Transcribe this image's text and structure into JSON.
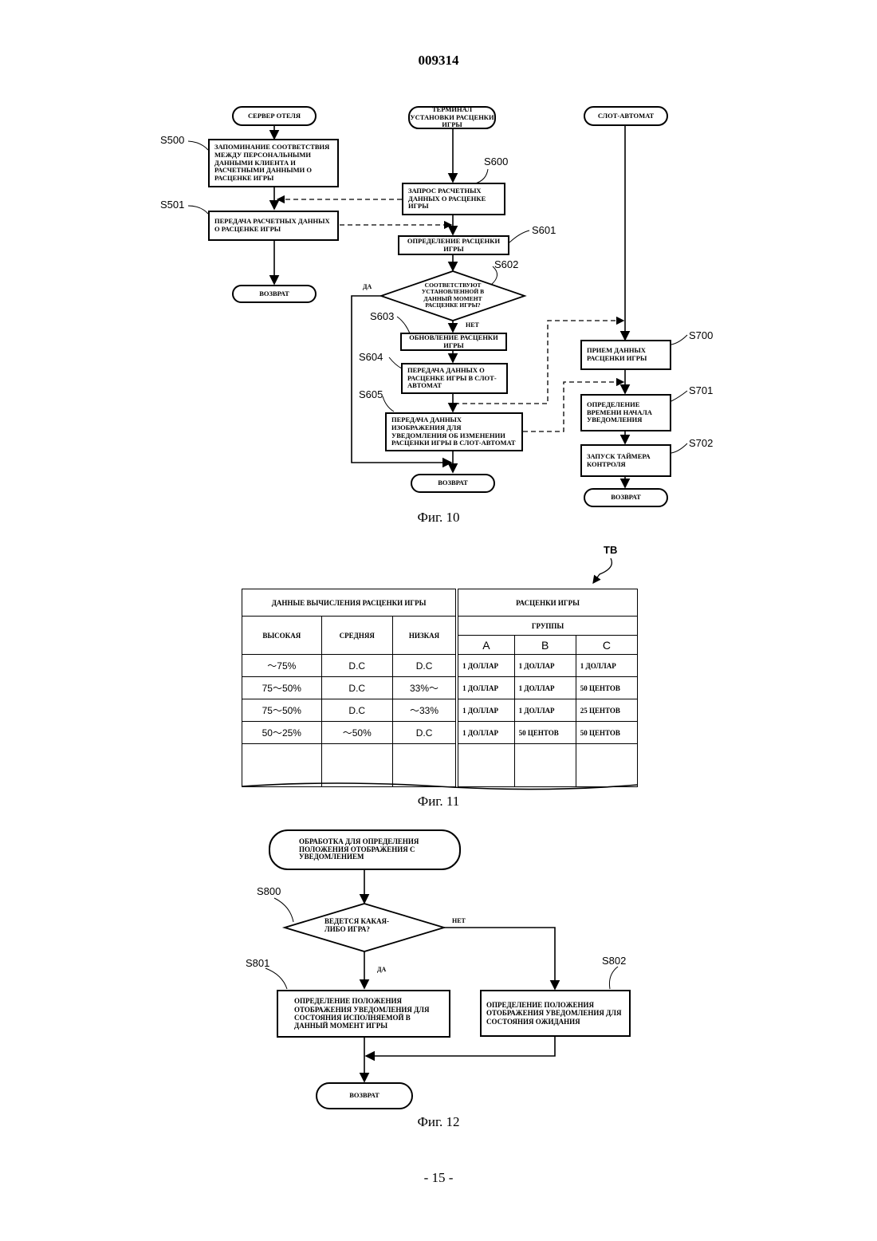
{
  "header": {
    "doc_number": "009314"
  },
  "footer": {
    "page": "- 15 -"
  },
  "fig10": {
    "caption": "Фиг. 10",
    "col_hotel": "СЕРВЕР ОТЕЛЯ",
    "col_terminal": "ТЕРМИНАЛ УСТАНОВКИ РАСЦЕНКИ ИГРЫ",
    "col_slot": "СЛОТ-АВТОМАТ",
    "s500": {
      "label": "S500",
      "text": "ЗАПОМИНАНИЕ СООТВЕТСТВИЯ МЕЖДУ ПЕРСОНАЛЬНЫМИ ДАННЫМИ КЛИЕНТА И РАСЧЕТНЫМИ ДАННЫМИ О РАСЦЕНКЕ ИГРЫ"
    },
    "s501": {
      "label": "S501",
      "text": "ПЕРЕДАЧА РАСЧЕТНЫХ ДАННЫХ О РАСЦЕНКЕ ИГРЫ"
    },
    "return_hotel": "ВОЗВРАТ",
    "s600": {
      "label": "S600",
      "text": "ЗАПРОС РАСЧЕТНЫХ ДАННЫХ О РАСЦЕНКЕ ИГРЫ"
    },
    "s601": {
      "label": "S601",
      "text": "ОПРЕДЕЛЕНИЕ РАСЦЕНКИ ИГРЫ"
    },
    "s602": {
      "label": "S602",
      "text": "СООТВЕТСТВУЮТ УСТАНОВЛЕННОЙ В ДАННЫЙ МОМЕНТ РАСЦЕНКЕ ИГРЫ?"
    },
    "yes": "ДА",
    "no": "НЕТ",
    "s603": {
      "label": "S603",
      "text": "ОБНОВЛЕНИЕ РАСЦЕНКИ ИГРЫ"
    },
    "s604": {
      "label": "S604",
      "text": "ПЕРЕДАЧА ДАННЫХ О РАСЦЕНКЕ ИГРЫ В СЛОТ-АВТОМАТ"
    },
    "s605": {
      "label": "S605",
      "text": "ПЕРЕДАЧА ДАННЫХ ИЗОБРАЖЕНИЯ ДЛЯ УВЕДОМЛЕНИЯ ОБ ИЗМЕНЕНИИ РАСЦЕНКИ ИГРЫ В СЛОТ-АВТОМАТ"
    },
    "return_terminal": "ВОЗВРАТ",
    "s700": {
      "label": "S700",
      "text": "ПРИЕМ ДАННЫХ РАСЦЕНКИ ИГРЫ"
    },
    "s701": {
      "label": "S701",
      "text": "ОПРЕДЕЛЕНИЕ ВРЕМЕНИ НАЧАЛА УВЕДОМЛЕНИЯ"
    },
    "s702": {
      "label": "S702",
      "text": "ЗАПУСК ТАЙМЕРА КОНТРОЛЯ"
    },
    "return_slot": "ВОЗВРАТ"
  },
  "fig11": {
    "caption": "Фиг. 11",
    "ref": "TB",
    "head_left": "ДАННЫЕ ВЫЧИСЛЕНИЯ РАСЦЕНКИ ИГРЫ",
    "head_right": "РАСЦЕНКИ ИГРЫ",
    "groups": "ГРУППЫ",
    "col_high": "ВЫСОКАЯ",
    "col_mid": "СРЕДНЯЯ",
    "col_low": "НИЗКАЯ",
    "group_a": "A",
    "group_b": "B",
    "group_c": "C",
    "rows": [
      [
        "～75%",
        "D.C",
        "D.C",
        "1 ДОЛЛАР",
        "1 ДОЛЛАР",
        "1 ДОЛЛАР"
      ],
      [
        "75～50%",
        "D.C",
        "33%～",
        "1 ДОЛЛАР",
        "1 ДОЛЛАР",
        "50 ЦЕНТОВ"
      ],
      [
        "75～50%",
        "D.C",
        "～33%",
        "1 ДОЛЛАР",
        "1 ДОЛЛАР",
        "25 ЦЕНТОВ"
      ],
      [
        "50～25%",
        "～50%",
        "D.C",
        "1 ДОЛЛАР",
        "50 ЦЕНТОВ",
        "50 ЦЕНТОВ"
      ]
    ]
  },
  "fig12": {
    "caption": "Фиг. 12",
    "start": "ОБРАБОТКА ДЛЯ ОПРЕДЕЛЕНИЯ ПОЛОЖЕНИЯ ОТОБРАЖЕНИЯ С УВЕДОМЛЕНИЕМ",
    "s800": {
      "label": "S800",
      "text": "ВЕДЕТСЯ КАКАЯ-ЛИБО ИГРА?"
    },
    "no": "НЕТ",
    "yes": "ДА",
    "s801": {
      "label": "S801",
      "text": "ОПРЕДЕЛЕНИЕ ПОЛОЖЕНИЯ ОТОБРАЖЕНИЯ УВЕДОМЛЕНИЯ ДЛЯ СОСТОЯНИЯ ИСПОЛНЯЕМОЙ В ДАННЫЙ МОМЕНТ ИГРЫ"
    },
    "s802": {
      "label": "S802",
      "text": "ОПРЕДЕЛЕНИЕ ПОЛОЖЕНИЯ ОТОБРАЖЕНИЯ УВЕДОМЛЕНИЯ ДЛЯ СОСТОЯНИЯ ОЖИДАНИЯ"
    },
    "return": "ВОЗВРАТ"
  }
}
